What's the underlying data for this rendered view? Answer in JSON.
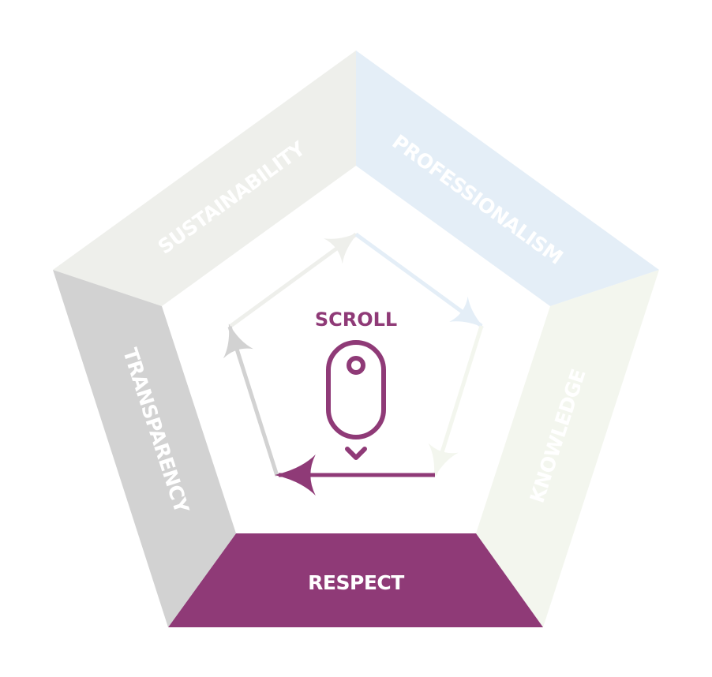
{
  "segments": [
    {
      "id": "sustainability",
      "label": "SUSTAINABILITY",
      "color": "#eeefeb"
    },
    {
      "id": "professionalism",
      "label": "PROFESSIONALISM",
      "color": "#e4eef7"
    },
    {
      "id": "knowledge",
      "label": "KNOWLEDGE",
      "color": "#f3f6ee"
    },
    {
      "id": "respect",
      "label": "RESPECT",
      "color": "#8f3a77"
    },
    {
      "id": "transparency",
      "label": "TRANSPARENCY",
      "color": "#d2d2d2"
    }
  ],
  "center": {
    "label": "SCROLL",
    "icon": "mouse-scroll-icon",
    "color": "#8f3a77"
  }
}
